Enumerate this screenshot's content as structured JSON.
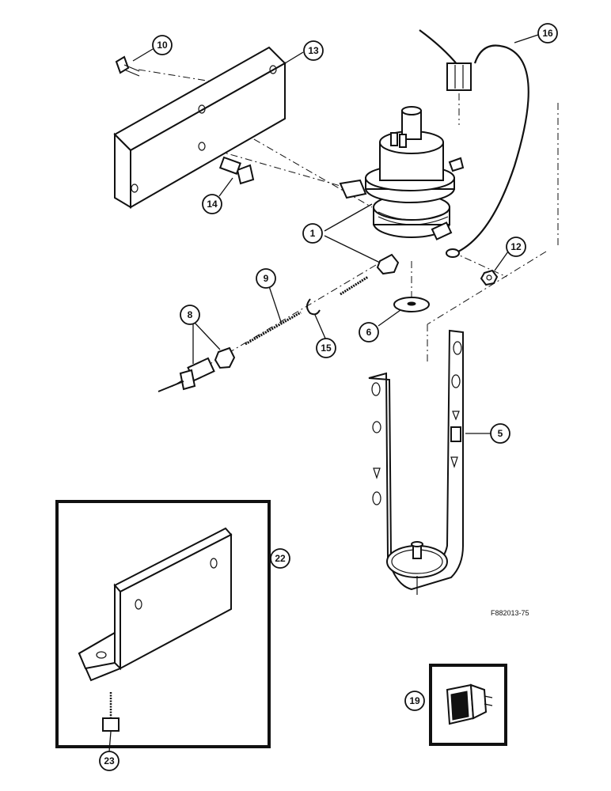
{
  "figure_ref": "F882013-75",
  "colors": {
    "ink": "#111111",
    "paper": "#ffffff"
  },
  "callouts": [
    "1",
    "5",
    "6",
    "8",
    "9",
    "10",
    "12",
    "13",
    "14",
    "15",
    "16",
    "19",
    "22",
    "23"
  ],
  "labels": {
    "c1": "1",
    "c5": "5",
    "c6": "6",
    "c8": "8",
    "c9": "9",
    "c10": "10",
    "c12": "12",
    "c13": "13",
    "c14": "14",
    "c15": "15",
    "c16": "16",
    "c19": "19",
    "c22": "22",
    "c23": "23"
  }
}
